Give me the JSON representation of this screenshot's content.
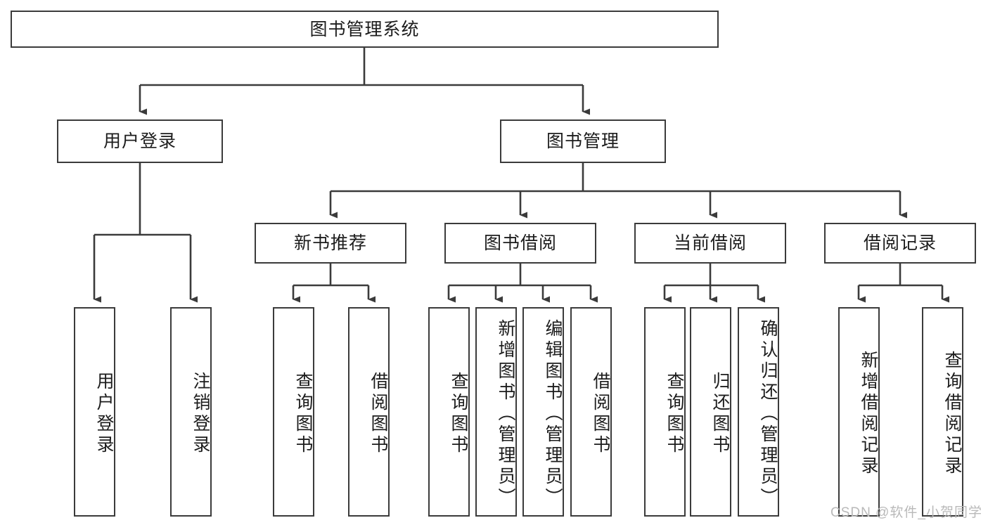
{
  "diagram": {
    "type": "tree-hierarchy-chart",
    "title": "图书管理系统",
    "stroke_color": "#3b3b3b",
    "fill_color": "#ffffff",
    "text_color": "#1c1c1c",
    "root": {
      "label": "图书管理系统"
    },
    "level2": [
      {
        "label": "用户登录"
      },
      {
        "label": "图书管理"
      }
    ],
    "level3": [
      {
        "label": "新书推荐"
      },
      {
        "label": "图书借阅"
      },
      {
        "label": "当前借阅"
      },
      {
        "label": "借阅记录"
      }
    ],
    "leaves": [
      {
        "label": "用户登录",
        "parent": "用户登录"
      },
      {
        "label": "注销登录",
        "parent": "用户登录"
      },
      {
        "label": "查询图书",
        "parent": "新书推荐"
      },
      {
        "label": "借阅图书",
        "parent": "新书推荐"
      },
      {
        "label": "查询图书",
        "parent": "图书借阅"
      },
      {
        "label": "新增图书（管理员）",
        "parent": "图书借阅"
      },
      {
        "label": "编辑图书（管理员）",
        "parent": "图书借阅"
      },
      {
        "label": "借阅图书",
        "parent": "图书借阅"
      },
      {
        "label": "查询图书",
        "parent": "当前借阅"
      },
      {
        "label": "归还图书",
        "parent": "当前借阅"
      },
      {
        "label": "确认归还（管理员）",
        "parent": "当前借阅"
      },
      {
        "label": "新增借阅记录",
        "parent": "借阅记录"
      },
      {
        "label": "查询借阅记录",
        "parent": "借阅记录"
      }
    ]
  },
  "watermark": {
    "text": "CSDN @软件_小贺同学"
  }
}
